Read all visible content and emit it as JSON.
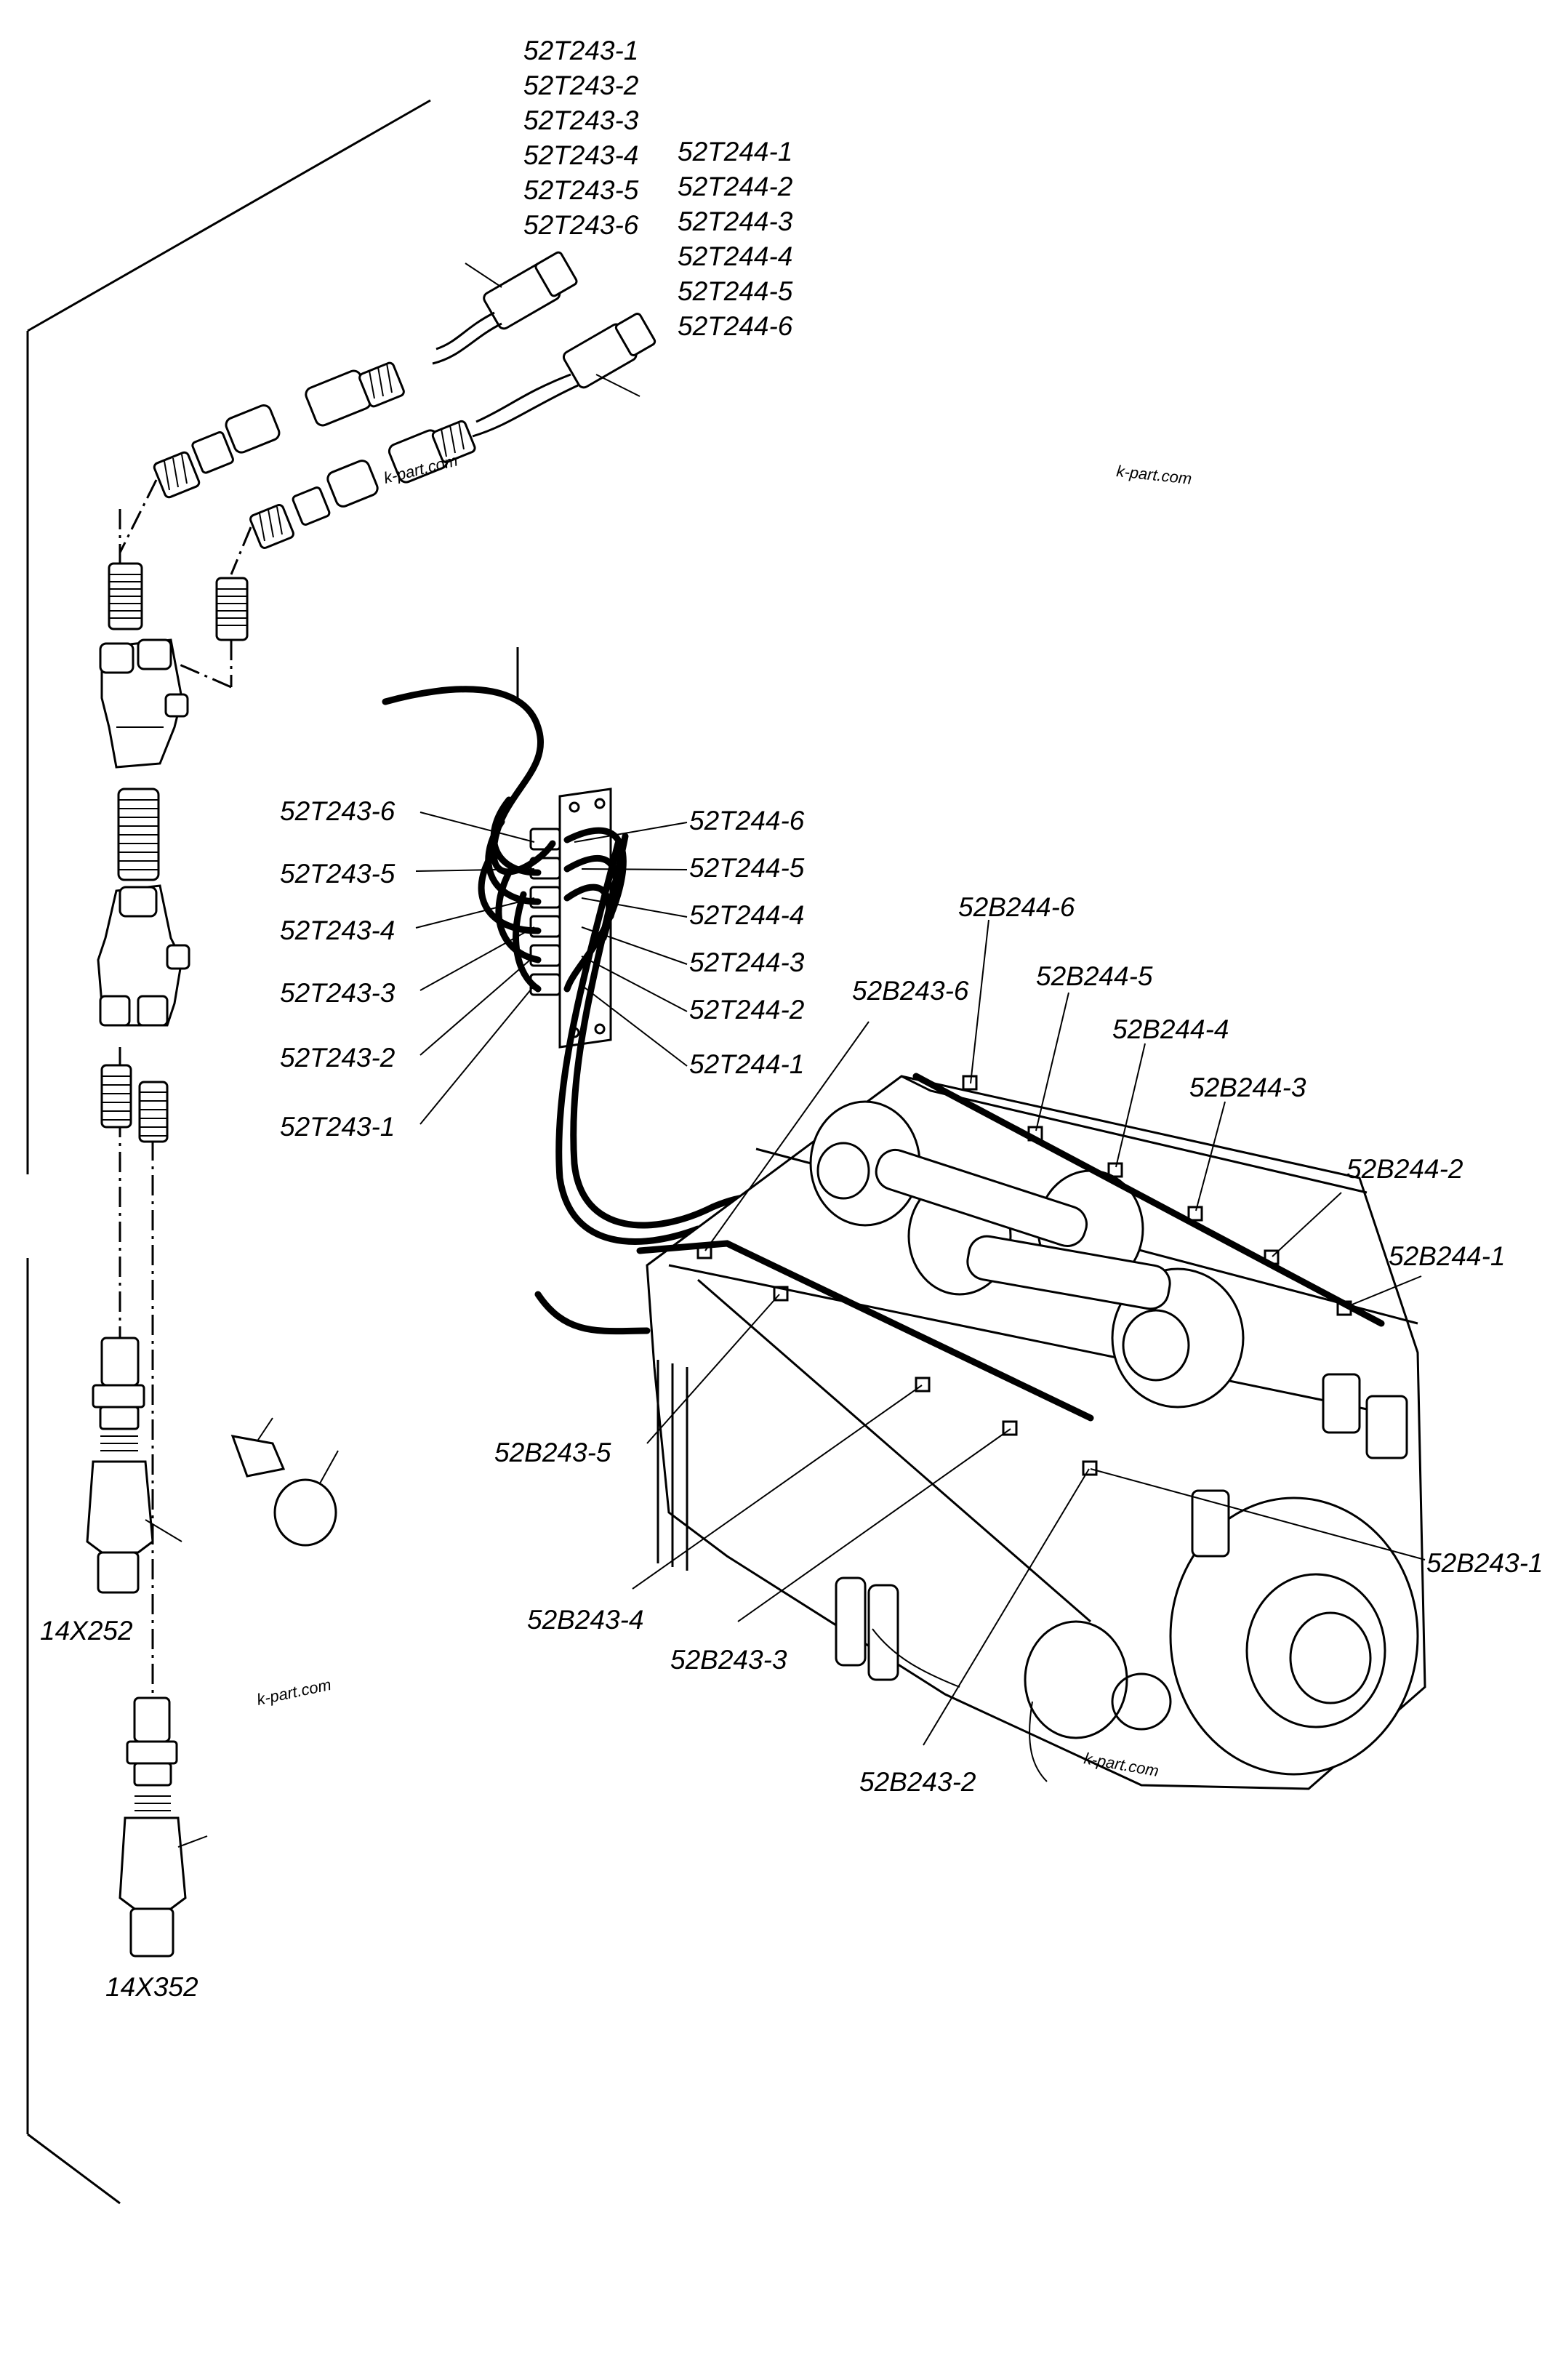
{
  "top_labels_left": [
    "52T243-1",
    "52T243-2",
    "52T243-3",
    "52T243-4",
    "52T243-5",
    "52T243-6"
  ],
  "top_labels_right": [
    "52T244-1",
    "52T244-2",
    "52T244-3",
    "52T244-4",
    "52T244-5",
    "52T244-6"
  ],
  "block_left_labels": [
    "52T243-6",
    "52T243-5",
    "52T243-4",
    "52T243-3",
    "52T243-2",
    "52T243-1"
  ],
  "block_right_labels": [
    "52T244-6",
    "52T244-5",
    "52T244-4",
    "52T244-3",
    "52T244-2",
    "52T244-1"
  ],
  "engine_right_labels": [
    "52B244-6",
    "52B244-5",
    "52B244-4",
    "52B244-3",
    "52B244-2",
    "52B244-1"
  ],
  "engine_left_labels": [
    "52B243-6",
    "52B243-5",
    "52B243-4",
    "52B243-3",
    "52B243-2",
    "52B243-1"
  ],
  "fitting_labels": [
    "14X252",
    "14X352"
  ],
  "watermark": "k-part.com"
}
